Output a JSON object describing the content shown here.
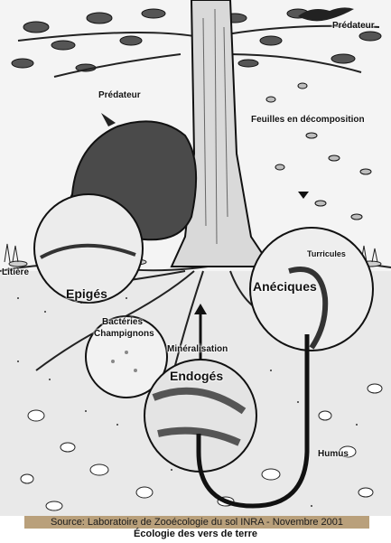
{
  "labels": {
    "predator_top_right": "Prédateur",
    "predator_boar": "Prédateur",
    "decomposing_leaves": "Feuilles en décomposition",
    "litter": "Litière",
    "epigeic": "Epigés",
    "anecic": "Anéciques",
    "casts": "Turricules",
    "bacteria": "Bactéries",
    "fungi": "Champignons",
    "mineralisation": "Minéralisation",
    "endogeic": "Endogés",
    "humus": "Humus"
  },
  "source": "Source: Laboratoire de Zooécologie du sol INRA - Novembre 2001",
  "caption": "Écologie des vers de terre"
}
